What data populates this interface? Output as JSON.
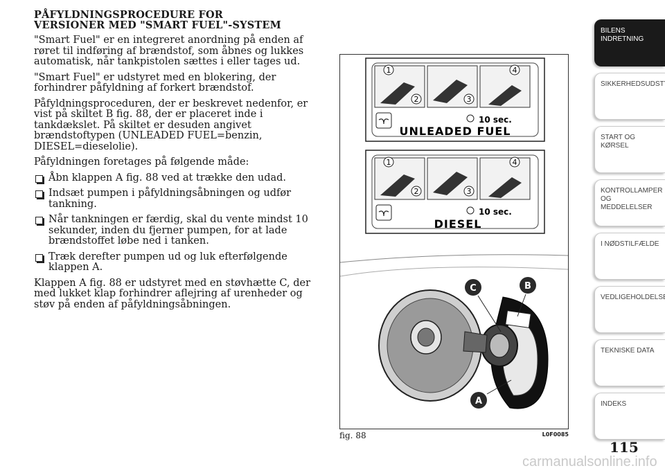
{
  "heading": {
    "line1": "PÅFYLDNINGSPROCEDURE FOR",
    "line2": "VERSIONER MED \"SMART FUEL\"-SYSTEM"
  },
  "paragraphs": {
    "p1": "\"Smart Fuel\" er en integreret anordning på enden af røret til indføring af brændstof, som åbnes og lukkes automatisk, når tankpistolen sættes i eller tages ud.",
    "p2": "\"Smart Fuel\" er udstyret med en blokering, der forhindrer påfyldning af forkert brændstof.",
    "p3": "Påfyldningsproceduren, der er beskrevet nedenfor, er vist på skiltet B fig. 88, der er placeret inde i tankdækslet. På skiltet er desuden angivet brændstoftypen (UNLEADED FUEL=benzin, DIESEL=dieselolie).",
    "p4": "Påfyldningen foretages på følgende måde:",
    "p5": "Klappen A fig. 88 er udstyret med en støvhætte C, der med lukket klap forhindrer aflejring af urenheder og støv på enden af påfyldningsåbningen."
  },
  "steps": [
    "Åbn klappen A fig. 88 ved at trække den udad.",
    "Indsæt pumpen i påfyldningsåbningen og udfør tankning.",
    "Når tankningen er færdig, skal du vente mindst 10 sekunder, inden du fjerner pumpen, for at lade brændstoffet løbe ned i tanken.",
    "Træk derefter pumpen ud og luk efterfølgende klappen A."
  ],
  "figure": {
    "caption": "fig. 88",
    "code": "L0F0085",
    "label_top": {
      "step1": "1",
      "step2": "2",
      "step3": "3",
      "step4": "4",
      "timer": "10 sec.",
      "fuel": "UNLEADED FUEL"
    },
    "label_bottom": {
      "step1": "1",
      "step2": "2",
      "step3": "3",
      "step4": "4",
      "timer": "10 sec.",
      "fuel": "DIESEL"
    },
    "callouts": {
      "a": "A",
      "b": "B",
      "c": "C"
    }
  },
  "sidebar": {
    "tabs": [
      {
        "lines": [
          "BILENS",
          "INDRETNING"
        ]
      },
      {
        "lines": [
          "SIKKERHEDSUDSTYR"
        ]
      },
      {
        "lines": [
          "START OG KØRSEL"
        ]
      },
      {
        "lines": [
          "KONTROLLAMPER",
          "OG MEDDELELSER"
        ]
      },
      {
        "lines": [
          "I NØDSTILFÆLDE"
        ]
      },
      {
        "lines": [
          "VEDLIGEHOLDELSE"
        ]
      },
      {
        "lines": [
          "TEKNISKE DATA"
        ]
      },
      {
        "lines": [
          "INDEKS"
        ]
      }
    ]
  },
  "page_number": "115",
  "watermark": "carmanualsonline.info"
}
